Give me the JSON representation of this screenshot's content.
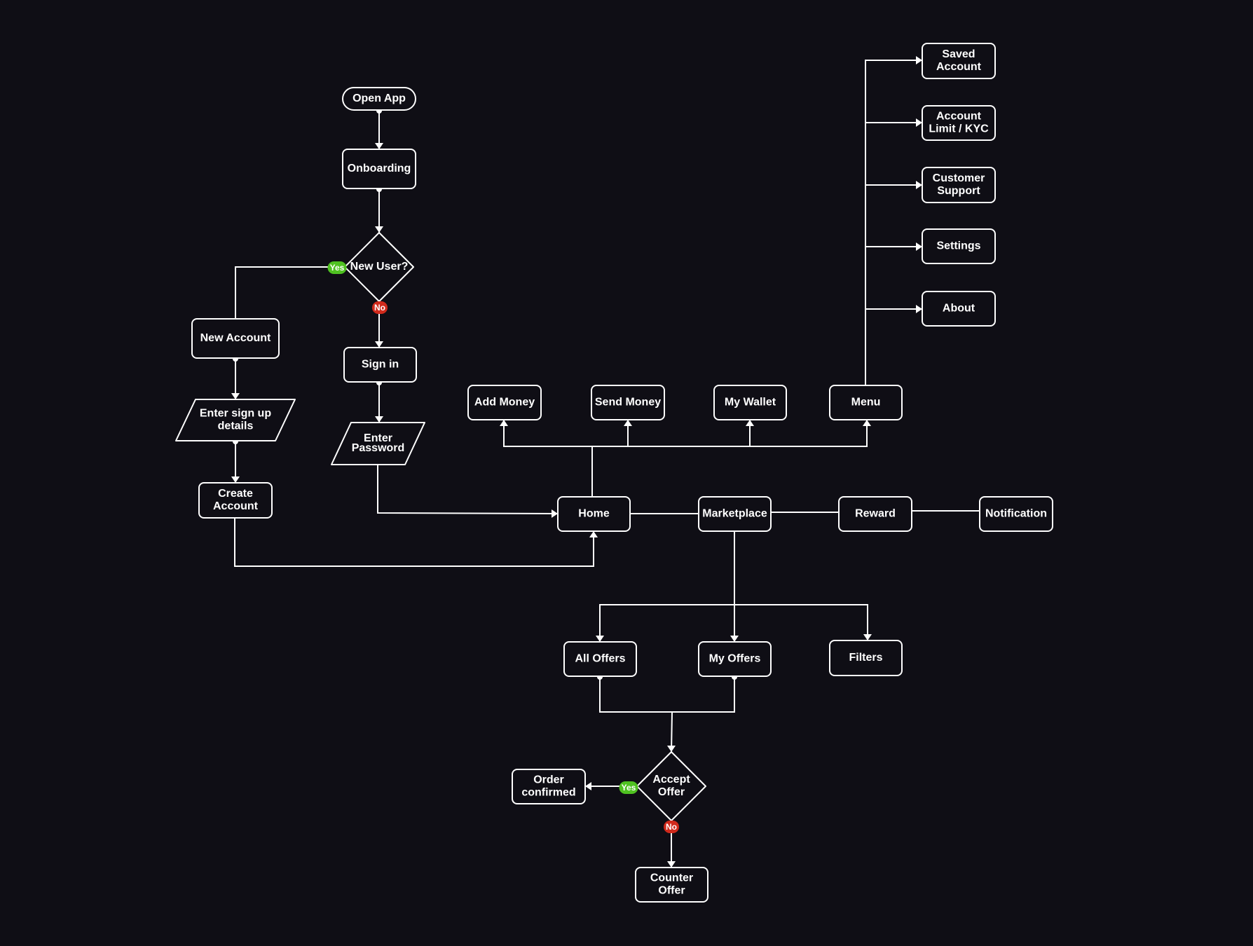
{
  "diagram": {
    "title": "App user flow",
    "colors": {
      "background": "#0f0e15",
      "stroke": "#ffffff",
      "yes": "#4fc121",
      "no": "#d02a1c"
    },
    "nodes": {
      "open_app": {
        "label": [
          "Open App"
        ],
        "shape": "terminal"
      },
      "onboarding": {
        "label": [
          "Onboarding"
        ],
        "shape": "process"
      },
      "new_user": {
        "label": [
          "New User?"
        ],
        "shape": "decision"
      },
      "new_account": {
        "label": [
          "New Account"
        ],
        "shape": "process"
      },
      "sign_in": {
        "label": [
          "Sign in"
        ],
        "shape": "process"
      },
      "enter_signup": {
        "label": [
          "Enter sign up",
          "details"
        ],
        "shape": "input"
      },
      "enter_password": {
        "label": [
          "Enter",
          "Password"
        ],
        "shape": "input"
      },
      "create_account": {
        "label": [
          "Create",
          "Account"
        ],
        "shape": "process"
      },
      "home": {
        "label": [
          "Home"
        ],
        "shape": "process"
      },
      "marketplace": {
        "label": [
          "Marketplace"
        ],
        "shape": "process"
      },
      "reward": {
        "label": [
          "Reward"
        ],
        "shape": "process"
      },
      "notification": {
        "label": [
          "Notification"
        ],
        "shape": "process"
      },
      "add_money": {
        "label": [
          "Add Money"
        ],
        "shape": "process"
      },
      "send_money": {
        "label": [
          "Send Money"
        ],
        "shape": "process"
      },
      "my_wallet": {
        "label": [
          "My Wallet"
        ],
        "shape": "process"
      },
      "menu": {
        "label": [
          "Menu"
        ],
        "shape": "process"
      },
      "saved_account": {
        "label": [
          "Saved",
          "Account"
        ],
        "shape": "process"
      },
      "account_limit": {
        "label": [
          "Account",
          "Limit / KYC"
        ],
        "shape": "process"
      },
      "customer_support": {
        "label": [
          "Customer",
          "Support"
        ],
        "shape": "process"
      },
      "settings": {
        "label": [
          "Settings"
        ],
        "shape": "process"
      },
      "about": {
        "label": [
          "About"
        ],
        "shape": "process"
      },
      "all_offers": {
        "label": [
          "All Offers"
        ],
        "shape": "process"
      },
      "my_offers": {
        "label": [
          "My Offers"
        ],
        "shape": "process"
      },
      "filters": {
        "label": [
          "Filters"
        ],
        "shape": "process"
      },
      "accept_offer": {
        "label": [
          "Accept",
          "Offer"
        ],
        "shape": "decision"
      },
      "order_confirmed": {
        "label": [
          "Order",
          "confirmed"
        ],
        "shape": "process"
      },
      "counter_offer": {
        "label": [
          "Counter",
          "Offer"
        ],
        "shape": "process"
      }
    },
    "edges": [
      {
        "from": "open_app",
        "to": "onboarding"
      },
      {
        "from": "onboarding",
        "to": "new_user"
      },
      {
        "from": "new_user",
        "to": "new_account",
        "badge": "Yes"
      },
      {
        "from": "new_user",
        "to": "sign_in",
        "badge": "No"
      },
      {
        "from": "new_account",
        "to": "enter_signup"
      },
      {
        "from": "enter_signup",
        "to": "create_account"
      },
      {
        "from": "sign_in",
        "to": "enter_password"
      },
      {
        "from": "enter_password",
        "to": "home"
      },
      {
        "from": "create_account",
        "to": "home"
      },
      {
        "from": "home",
        "to": "add_money"
      },
      {
        "from": "home",
        "to": "send_money"
      },
      {
        "from": "home",
        "to": "my_wallet"
      },
      {
        "from": "home",
        "to": "menu"
      },
      {
        "from": "menu",
        "to": "saved_account"
      },
      {
        "from": "menu",
        "to": "account_limit"
      },
      {
        "from": "menu",
        "to": "customer_support"
      },
      {
        "from": "menu",
        "to": "settings"
      },
      {
        "from": "menu",
        "to": "about"
      },
      {
        "from": "home",
        "to": "marketplace"
      },
      {
        "from": "marketplace",
        "to": "reward"
      },
      {
        "from": "reward",
        "to": "notification"
      },
      {
        "from": "marketplace",
        "to": "all_offers"
      },
      {
        "from": "marketplace",
        "to": "my_offers"
      },
      {
        "from": "marketplace",
        "to": "filters"
      },
      {
        "from": "all_offers",
        "to": "accept_offer"
      },
      {
        "from": "my_offers",
        "to": "accept_offer"
      },
      {
        "from": "accept_offer",
        "to": "order_confirmed",
        "badge": "Yes"
      },
      {
        "from": "accept_offer",
        "to": "counter_offer",
        "badge": "No"
      }
    ],
    "badges": {
      "yes": "Yes",
      "no": "No"
    }
  }
}
